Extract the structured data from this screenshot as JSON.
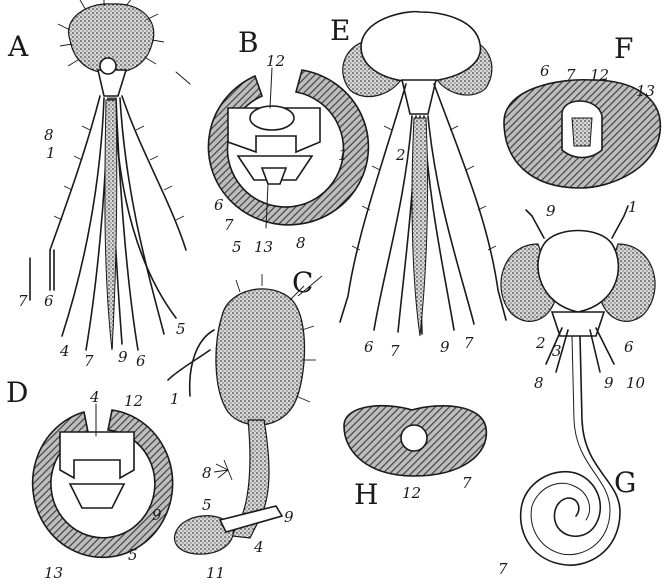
{
  "figure": {
    "panel_letters": {
      "A": "A",
      "B": "B",
      "C": "C",
      "D": "D",
      "E": "E",
      "F": "F",
      "G": "G",
      "H": "H"
    },
    "labels": {
      "A": [
        "8",
        "1",
        "6",
        "7",
        "4",
        "7",
        "9",
        "6",
        "5"
      ],
      "B": [
        "12",
        "6",
        "7",
        "5",
        "13",
        "8"
      ],
      "C": [
        "1",
        "8",
        "5",
        "9",
        "4",
        "11"
      ],
      "D": [
        "4",
        "12",
        "9",
        "13",
        "5"
      ],
      "E": [
        "1",
        "2",
        "6",
        "7",
        "9",
        "7"
      ],
      "F": [
        "6",
        "7",
        "12",
        "13",
        "9"
      ],
      "G": [
        "1",
        "2",
        "3",
        "6",
        "8",
        "9",
        "10",
        "7"
      ],
      "H": [
        "12",
        "7"
      ]
    }
  }
}
